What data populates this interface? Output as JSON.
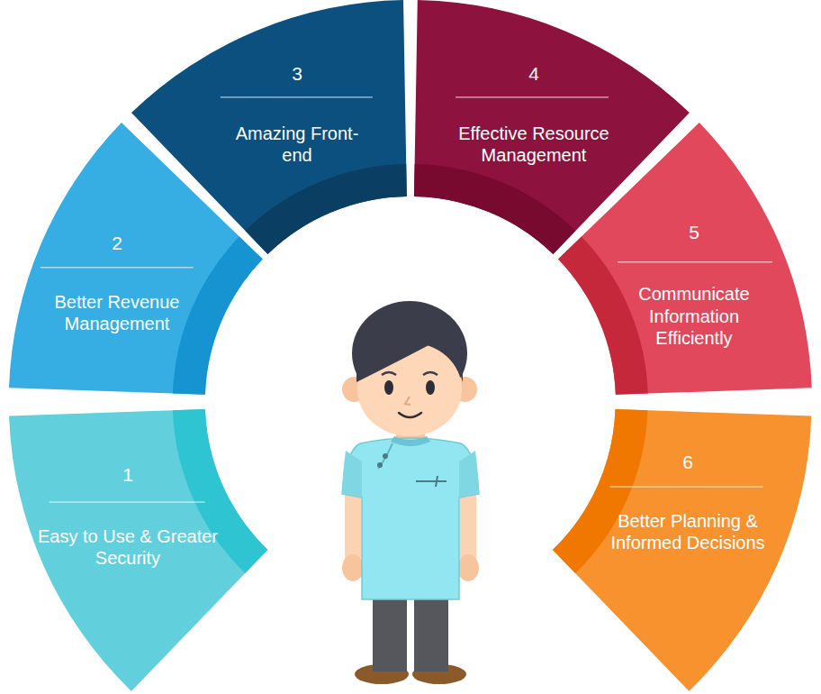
{
  "diagram": {
    "nodes": [
      {
        "text": [
          "1",
          "Easy to Use & Greater Security"
        ]
      },
      {
        "text": [
          "2",
          "Better Revenue Management"
        ]
      },
      {
        "text": [
          "3",
          "Amazing Front-end"
        ]
      },
      {
        "text": [
          "4",
          "Effective Resource Management"
        ]
      },
      {
        "text": [
          "5",
          "Communicate Information Efficiently"
        ]
      },
      {
        "text": [
          "6",
          "Better Planning & Informed Decisions"
        ]
      }
    ]
  }
}
